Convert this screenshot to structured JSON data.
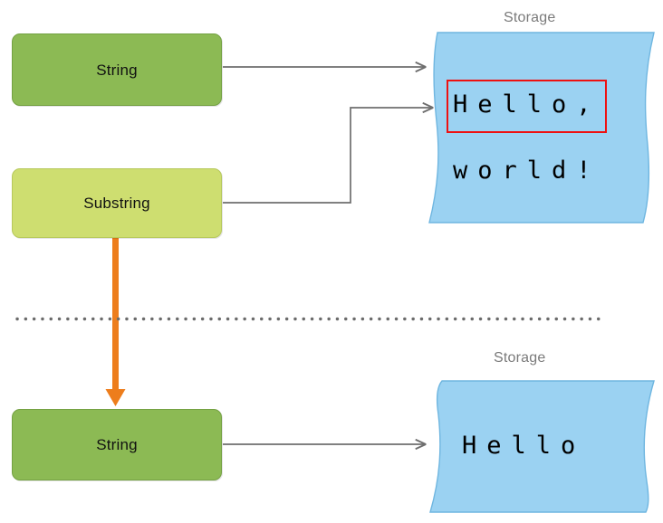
{
  "diagram": {
    "title_top_storage": "Storage",
    "title_bottom_storage": "Storage",
    "nodes": {
      "string_top": "String",
      "substring": "Substring",
      "string_bottom": "String"
    },
    "storage_top": {
      "line1": "Hello",
      "line1_suffix": ",",
      "line2": "world!",
      "highlighted_substring": "Hello"
    },
    "storage_bottom": {
      "line1": "Hello"
    },
    "colors": {
      "string_fill": "#8cba54",
      "string_stroke": "#74a143",
      "substring_fill": "#cede70",
      "substring_stroke": "#b7c95c",
      "storage_fill": "#9bd2f2",
      "storage_stroke": "#6fb6e0",
      "connector_gray": "#6e6e6e",
      "copy_arrow_orange": "#ed7d1c",
      "highlight_red": "#ee1111",
      "label_gray": "#7a7a7a",
      "divider_gray": "#6b6b6b"
    },
    "connectors": {
      "string_to_storage": "arrow",
      "substring_to_storage": "elbow-arrow",
      "substring_to_string_copy": "thick-down-arrow",
      "divider": "dotted-horizontal-line"
    }
  }
}
